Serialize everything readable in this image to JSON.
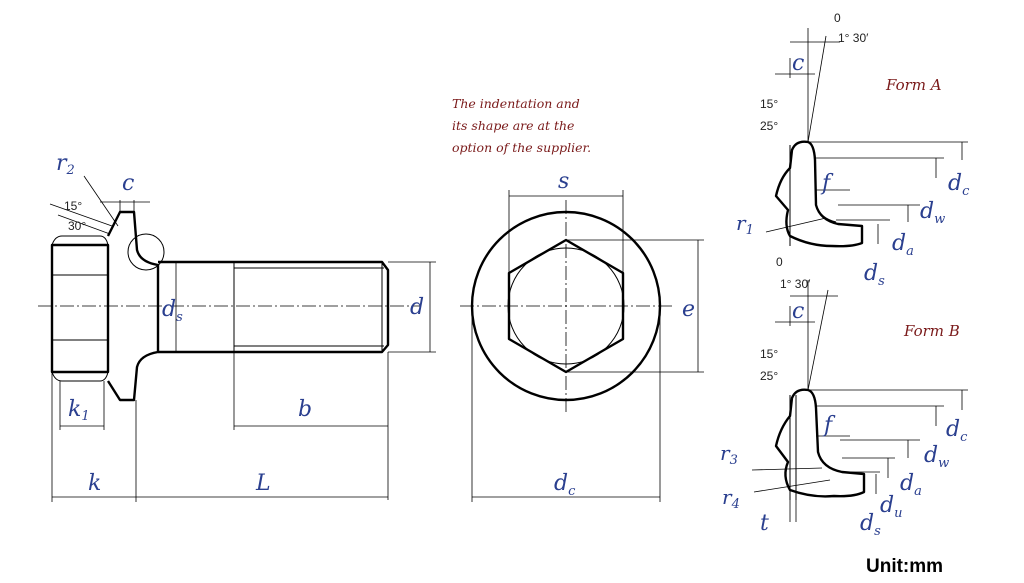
{
  "labels": {
    "r2": "r",
    "r2_sub": "2",
    "c_bolt": "c",
    "ds_bolt": "d",
    "ds_bolt_sub": "s",
    "d_bolt": "d",
    "k1": "k",
    "k1_sub": "1",
    "b": "b",
    "k": "k",
    "L": "L",
    "s_top": "s",
    "e_side": "e",
    "dc_top": "d",
    "dc_top_sub": "c",
    "a_c": "c",
    "a_f": "f",
    "a_r1": "r",
    "a_r1_sub": "1",
    "a_dc": "d",
    "a_dc_sub": "c",
    "a_dw": "d",
    "a_dw_sub": "w",
    "a_da": "d",
    "a_da_sub": "a",
    "a_ds": "d",
    "a_ds_sub": "s",
    "b_c": "c",
    "b_f": "f",
    "b_r3": "r",
    "b_r3_sub": "3",
    "b_r4": "r",
    "b_r4_sub": "4",
    "b_t": "t",
    "b_dc": "d",
    "b_dc_sub": "c",
    "b_dw": "d",
    "b_dw_sub": "w",
    "b_da": "d",
    "b_da_sub": "a",
    "b_du": "d",
    "b_du_sub": "u",
    "b_ds": "d",
    "b_ds_sub": "s"
  },
  "angles": {
    "bolt_15": "15°",
    "bolt_30": "30°",
    "a_zero": "0",
    "a_top": "1°  30′",
    "a_15": "15°",
    "a_25": "25°",
    "b_zero": "0",
    "b_top": "1°  30′",
    "b_15": "15°",
    "b_25": "25°"
  },
  "note": {
    "line1": "The indentation and",
    "line2": "its shape are at the",
    "line3": "option of the supplier."
  },
  "forms": {
    "a": "Form A",
    "b": "Form B"
  },
  "unit": "Unit:mm"
}
